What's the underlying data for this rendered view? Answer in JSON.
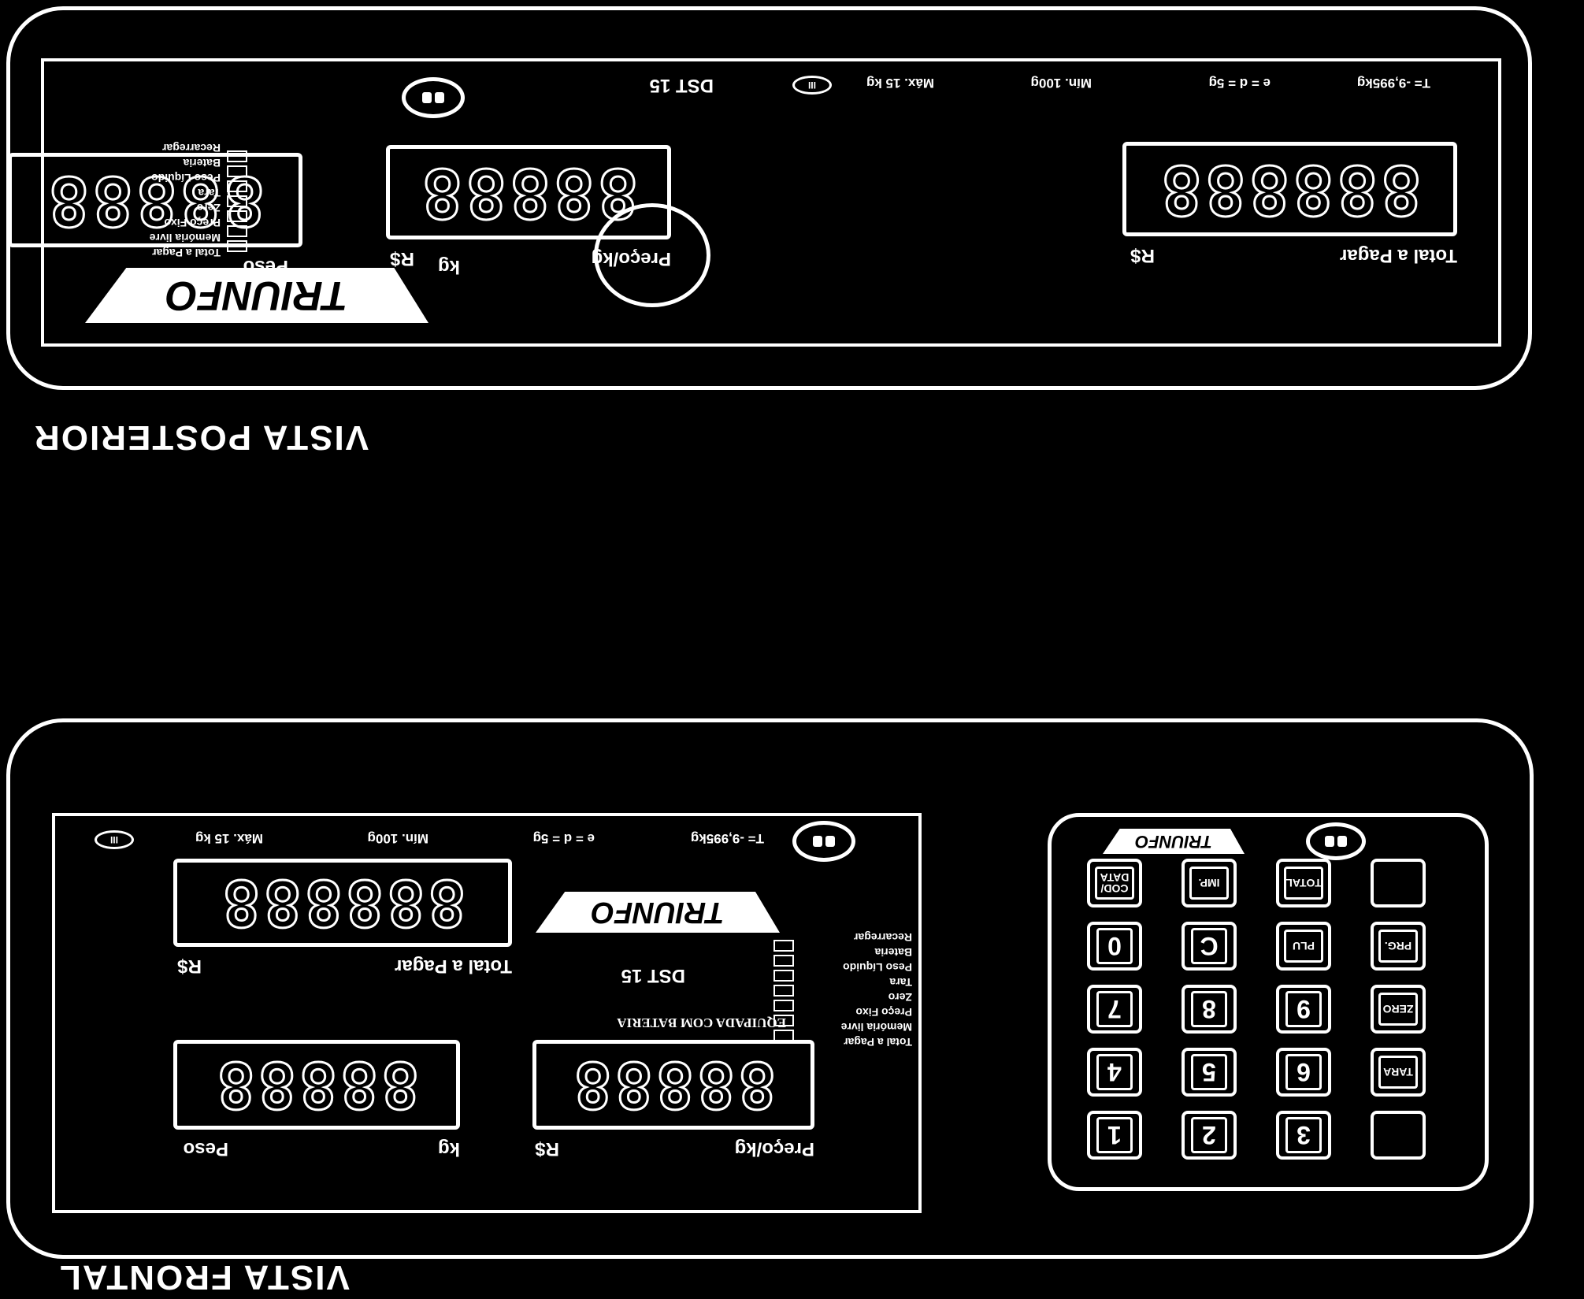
{
  "rear_view": {
    "title": "VISTA POSTERIOR",
    "model": "DST 15",
    "spec_max": "Máx. 15 kg",
    "spec_min": "Mín. 100g",
    "spec_e": "e = d = 5g",
    "spec_t": "T= -9,995kg",
    "logo": "TRIUNFO",
    "weight_display": {
      "digits": "88888",
      "left_label": "Peso",
      "right_label": "kg"
    },
    "price_display": {
      "digits": "88888",
      "left_label": "R$",
      "right_label": "Preço/kg"
    },
    "total_display": {
      "digits": "888888",
      "left_label": "R$",
      "right_label": "Total a Pagar"
    },
    "indicators": [
      "Total a Pagar",
      "Memória livre",
      "Preço Fixo",
      "Zero",
      "Tara",
      "Peso Líquido",
      "Bateria",
      "Recarregar"
    ]
  },
  "front_view": {
    "title": "VISTA FRONTAL",
    "model": "DST 15",
    "battery_note": "EQUIPADA COM BATERIA",
    "spec_max": "Máx. 15 kg",
    "spec_min": "Mín. 100g",
    "spec_e": "e = d = 5g",
    "spec_t": "T= -9,995kg",
    "logo": "TRIUNFO",
    "weight_display": {
      "digits": "88888",
      "left_label": "Peso",
      "right_label": "kg"
    },
    "price_display": {
      "digits": "88888",
      "left_label": "R$",
      "right_label": "Preço/kg"
    },
    "total_display": {
      "digits": "888888",
      "left_label": "R$",
      "right_label": "Total a Pagar"
    },
    "indicators": [
      "Total a Pagar",
      "Memória livre",
      "Preço Fixo",
      "Zero",
      "Tara",
      "Peso Líquido",
      "Bateria",
      "Recarregar"
    ]
  },
  "keypad": {
    "logo": "TRIUNFO",
    "keys": [
      [
        "COD/ DATA",
        "IMP.",
        "TOTAL",
        ""
      ],
      [
        "0",
        "C",
        "PLU",
        "PRG."
      ],
      [
        "7",
        "8",
        "9",
        "ZERO"
      ],
      [
        "4",
        "5",
        "6",
        "TARA"
      ],
      [
        "1",
        "2",
        "3",
        ""
      ]
    ]
  }
}
